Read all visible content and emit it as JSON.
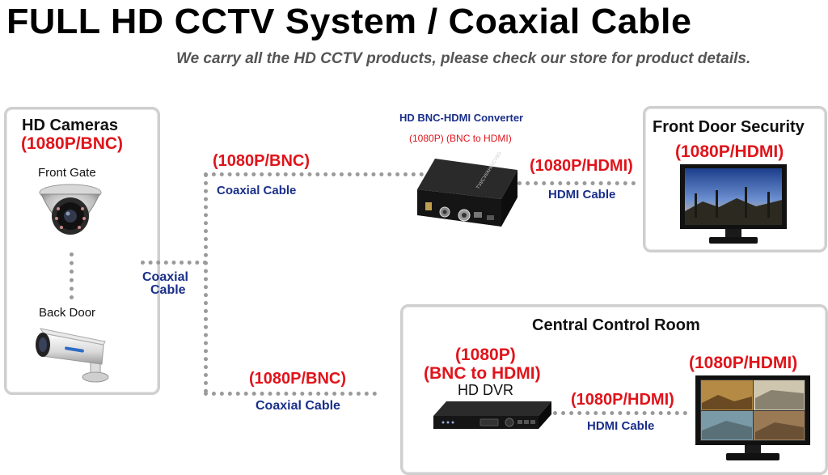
{
  "header": {
    "title": "FULL HD CCTV System / Coaxial Cable",
    "subtitle": "We carry all the HD CCTV products, please check our store for product details."
  },
  "cameras_panel": {
    "title": "HD Cameras",
    "spec": "(1080P/BNC)",
    "front_label": "Front Gate",
    "back_label": "Back Door"
  },
  "coaxial_vertical": {
    "line1": "Coaxial",
    "line2": "Cable"
  },
  "upper_link": {
    "spec": "(1080P/BNC)",
    "cable": "Coaxial Cable"
  },
  "lower_link": {
    "spec": "(1080P/BNC)",
    "cable": "Coaxial Cable"
  },
  "converter": {
    "title": "HD BNC-HDMI Converter",
    "spec": "(1080P) (BNC to HDMI)",
    "device_text": "TVI/CVI/AHD/CVBS Converter"
  },
  "front_hdmi_link": {
    "spec": "(1080P/HDMI)",
    "cable": "HDMI Cable"
  },
  "front_door_panel": {
    "title": "Front Door Security",
    "spec": "(1080P/HDMI)"
  },
  "control_room_panel": {
    "title": "Central Control Room",
    "dvr_spec_line1": "(1080P)",
    "dvr_spec_line2": "(BNC to HDMI)",
    "dvr_label": "HD DVR",
    "hdmi_spec": "(1080P/HDMI)",
    "hdmi_cable": "HDMI Cable",
    "monitor_spec": "(1080P/HDMI)"
  },
  "colors": {
    "accent_red": "#e0141b",
    "cable_blue": "#1a2f8a",
    "cable_gray": "#9a9a9a"
  }
}
